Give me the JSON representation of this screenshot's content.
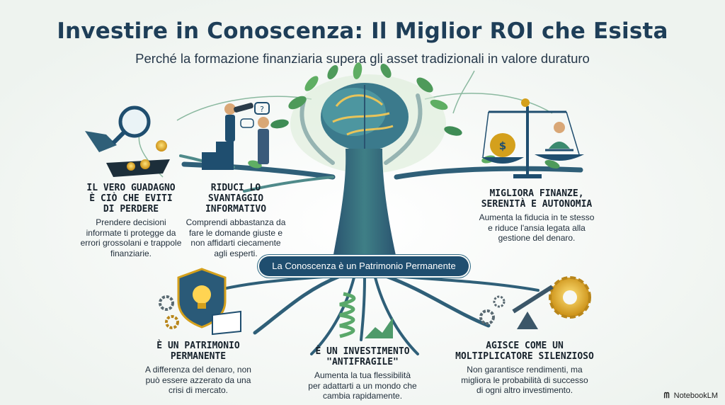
{
  "title": "Investire in Conoscenza: Il Miglior ROI che Esista",
  "subtitle": "Perché la formazione finanziaria supera gli asset tradizionali in valore duraturo",
  "center_banner": "La Conoscenza è un Patrimonio Permanente",
  "blocks": {
    "top_left": {
      "heading": "IL VERO GUADAGNO\nÈ CIÒ CHE EVITI\nDI PERDERE",
      "body": "Prendere decisioni\ninformate ti protegge da\nerrori grossolani e trappole\nfinanziarie."
    },
    "top_center_left": {
      "heading": "RIDUCI LO\nSVANTAGGIO\nINFORMATIVO",
      "body": "Comprendi abbastanza da\nfare le domande giuste e\nnon affidarti ciecamente\nagli esperti."
    },
    "top_right": {
      "heading": "MIGLIORA FINANZE,\nSERENITÀ E AUTONOMIA",
      "body": "Aumenta la fiducia in te stesso\ne riduce l'ansia legata alla\ngestione del denaro."
    },
    "bottom_left": {
      "heading": "È UN PATRIMONIO\nPERMANENTE",
      "body": "A differenza del denaro, non\npuò essere azzerato da una\ncrisi di mercato."
    },
    "bottom_center": {
      "heading": "È UN INVESTIMENTO\n\"ANTIFRAGILE\"",
      "body": "Aumenta la tua flessibilità\nper adattarti a un mondo che\ncambia rapidamente."
    },
    "bottom_right": {
      "heading": "AGISCE COME UN\nMOLTIPLICATORE SILENZIOSO",
      "body": "Non garantisce rendimenti, ma\nmigliora le probabilità di successo\ndi ogni altro investimento."
    }
  },
  "icons": {
    "top_left": "magnifying-glass-trapdoor-coins",
    "top_center_left": "telescope-advisor-question",
    "top_right": "scale-money-bag-meditating-person",
    "bottom_left": "shield-lightbulb-book-gears",
    "bottom_center": "spring-rising-chart",
    "bottom_right": "lever-gears"
  },
  "colors": {
    "title": "#1e3e58",
    "banner_bg": "#1f4e6f",
    "trunk": "#2f5f78",
    "leaves": "#4e9a5a",
    "gold": "#d4a01c"
  },
  "branding": "NotebookLM"
}
